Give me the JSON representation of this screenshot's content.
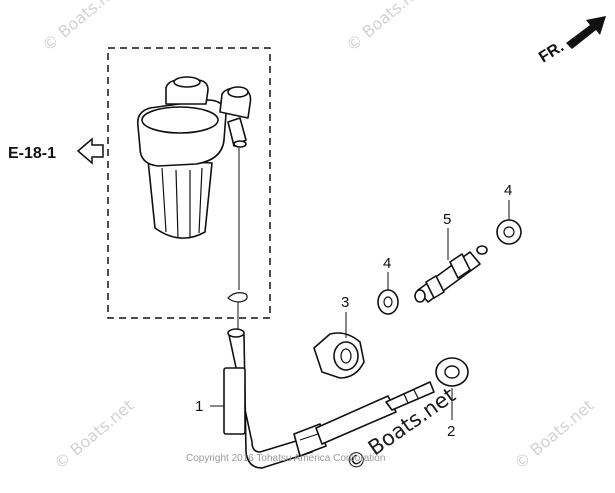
{
  "reference": {
    "label": "E-18-1"
  },
  "direction": {
    "label": "FR."
  },
  "callouts": [
    {
      "num": "1"
    },
    {
      "num": "2"
    },
    {
      "num": "3"
    },
    {
      "num": "4"
    },
    {
      "num": "5"
    },
    {
      "num": "4"
    }
  ],
  "watermarks": {
    "small": "© Boats.net",
    "center": "© Boats.net"
  },
  "copyright": "Copyright 2016 Tohatsu America Corporation"
}
